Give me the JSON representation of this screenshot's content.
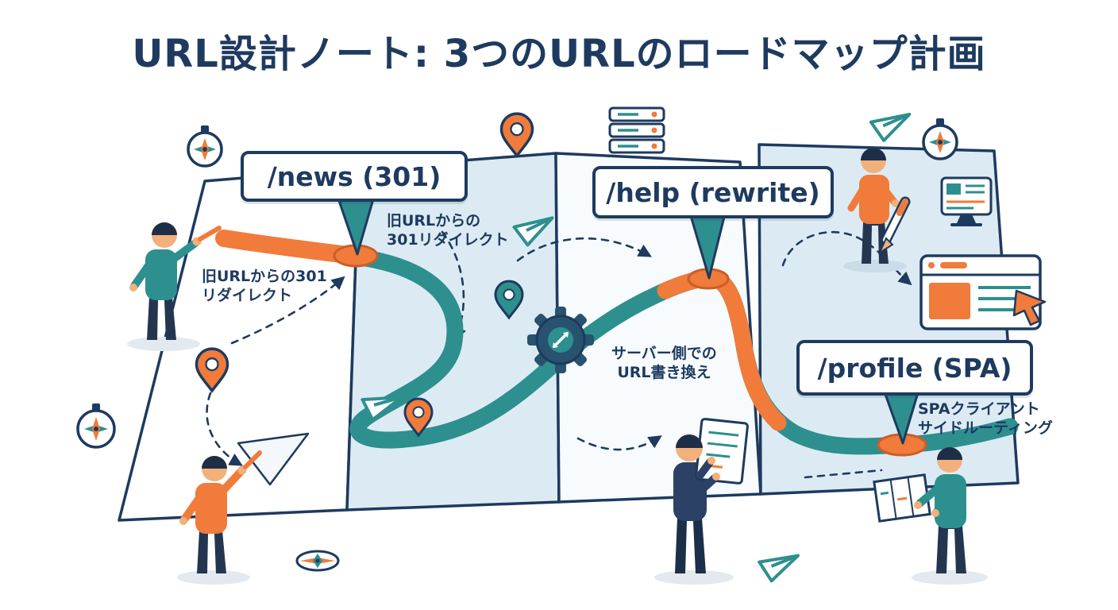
{
  "title": "URL設計ノート: 3つのURLのロードマップ計画",
  "callouts": [
    {
      "id": "news",
      "label": "/news (301)"
    },
    {
      "id": "help",
      "label": "/help (rewrite)"
    },
    {
      "id": "profile",
      "label": "/profile (SPA)"
    }
  ],
  "annotations": [
    {
      "line1": "旧URLからの301",
      "line2": "リダイレクト"
    },
    {
      "line1": "旧URLからの",
      "line2": "301リダイレクト"
    },
    {
      "line1": "サーバー側での",
      "line2": "URL書き換え"
    },
    {
      "line1": "SPAクライアント",
      "line2": "サイドルーティング"
    }
  ],
  "colors": {
    "navy": "#1e3a5f",
    "teal": "#2e8f8f",
    "orange": "#f07b3a",
    "panel_blue": "#dcebf3",
    "white": "#ffffff"
  },
  "icons": [
    "compass-icon",
    "map-pin-icon",
    "server-icon",
    "gear-icon",
    "monitor-icon",
    "browser-window-icon",
    "cursor-arrow-icon",
    "paper-plane-icon",
    "checklist-icon",
    "pencil-icon"
  ]
}
